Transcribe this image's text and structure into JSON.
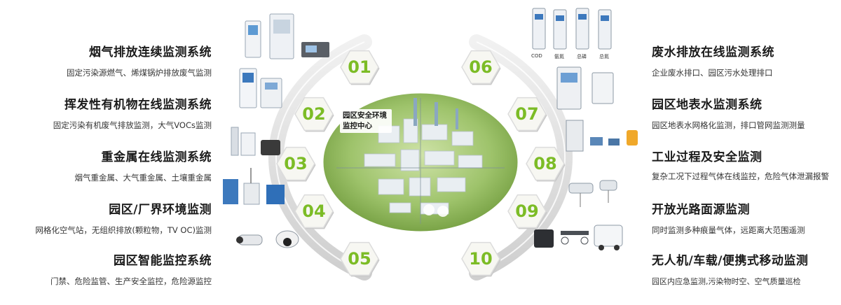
{
  "hub": {
    "label": "园区安全环境监控中心"
  },
  "colors": {
    "accent_green": "#7cbc26",
    "hex_fill": "#f7f7f2",
    "hex_border": "#dcdcdc",
    "ring": "#d9d9d9"
  },
  "left_items": [
    {
      "num": "01",
      "title": "烟气排放连续监测系统",
      "desc": "固定污染源燃气、烯煤锅炉排放废气监测"
    },
    {
      "num": "02",
      "title": "挥发性有机物在线监测系统",
      "desc": "固定污染有机废气排放监测，大气VOCs监测"
    },
    {
      "num": "03",
      "title": "重金属在线监测系统",
      "desc": "烟气重金属、大气重金属、土壤重金属"
    },
    {
      "num": "04",
      "title": "园区/厂界环境监测",
      "desc": "网格化空气站，无组织排放(颗粒物，TV OC)监测"
    },
    {
      "num": "05",
      "title": "园区智能监控系统",
      "desc": "门禁、危险监管、生产安全监控，危险源监控"
    }
  ],
  "right_items": [
    {
      "num": "06",
      "title": "废水排放在线监测系统",
      "desc": "企业废水排口、园区污水处理排口"
    },
    {
      "num": "07",
      "title": "园区地表水监测系统",
      "desc": "园区地表水网格化监测，排口管网监测测量"
    },
    {
      "num": "08",
      "title": "工业过程及安全监测",
      "desc": "复杂工况下过程气体在线监控，危险气体泄漏报警"
    },
    {
      "num": "09",
      "title": "开放光路面源监测",
      "desc": "同时监测多种痕量气体，远距离大范围遥测"
    },
    {
      "num": "10",
      "title": "无人机/车载/便携式移动监测",
      "desc": "园区内应急监测,污染物时空、空气质量巡检"
    }
  ],
  "device_labels": [
    "COD",
    "氨氮",
    "总磷",
    "总氮"
  ]
}
